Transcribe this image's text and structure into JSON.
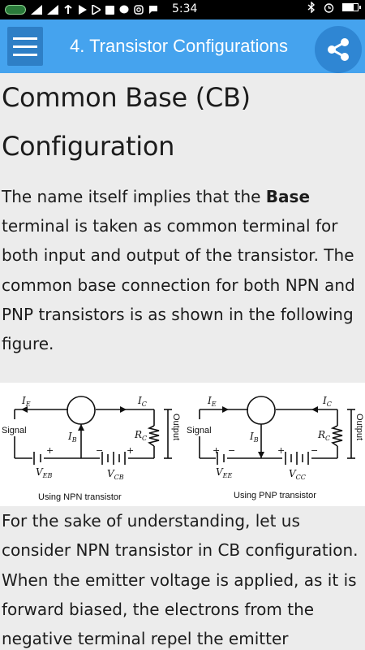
{
  "status_bar": {
    "time": "5:34",
    "icons_left": [
      "operator-logo",
      "signal-icon",
      "signal-icon",
      "network-icon",
      "play-store-icon",
      "play-icon",
      "facebook-icon",
      "messenger-icon",
      "instagram-icon",
      "message-icon"
    ],
    "icons_right": [
      "bluetooth-icon",
      "alarm-icon",
      "battery-icon"
    ]
  },
  "app_bar": {
    "title": "4. Transistor Configurations",
    "menu_icon": "hamburger-menu-icon",
    "share_icon": "share-icon",
    "color": "#45a3ee"
  },
  "article": {
    "heading": "Common Base (CB) Configuration",
    "para1_before": "The name itself implies that the ",
    "para1_bold": "Base",
    "para1_after": " terminal is taken as common terminal for both input and output of the transistor. The common base connection for both NPN and PNP transistors is as shown in the following figure.",
    "para2": "For the sake of understanding, let us consider NPN transistor in CB configuration. When the emitter voltage is applied, as it is forward biased, the electrons from the negative terminal repel the emitter"
  },
  "figure": {
    "left": {
      "caption": "Using NPN transistor",
      "ie": "I",
      "ie_sub": "E",
      "ic": "I",
      "ic_sub": "C",
      "ib": "I",
      "ib_sub": "B",
      "rc": "R",
      "rc_sub": "C",
      "signal": "Signal",
      "output": "Output",
      "veb": "V",
      "veb_sub": "EB",
      "vcb": "V",
      "vcb_sub": "CB",
      "plus": "+",
      "minus": "−"
    },
    "right": {
      "caption": "Using PNP transistor",
      "ie": "I",
      "ie_sub": "E",
      "ic": "I",
      "ic_sub": "C",
      "ib": "I",
      "ib_sub": "B",
      "rc": "R",
      "rc_sub": "C",
      "signal": "Signal",
      "output": "Output",
      "vee": "V",
      "vee_sub": "EE",
      "vcc": "V",
      "vcc_sub": "CC",
      "plus": "+",
      "minus": "−"
    }
  }
}
